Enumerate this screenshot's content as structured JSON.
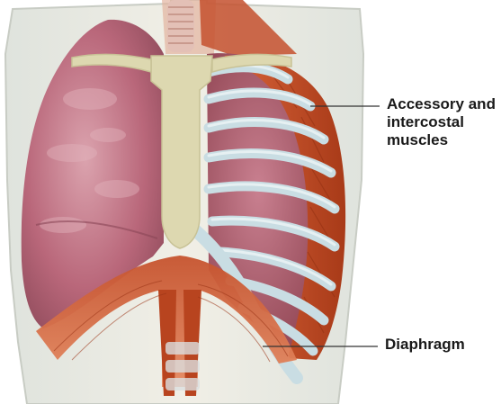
{
  "labels": {
    "muscles_line1": "Accessory and",
    "muscles_line2": "intercostal",
    "muscles_line3": "muscles",
    "diaphragm": "Diaphragm"
  },
  "colors": {
    "torso": "#e8e6dc",
    "torso_outline": "#c8ccc4",
    "lung": "#b9677a",
    "lung_light": "#d99aa8",
    "muscle": "#c4502e",
    "muscle_dark": "#9b3416",
    "rib": "#c9dde3",
    "sternum": "#ddd8b0",
    "leader_line": "#333333"
  }
}
